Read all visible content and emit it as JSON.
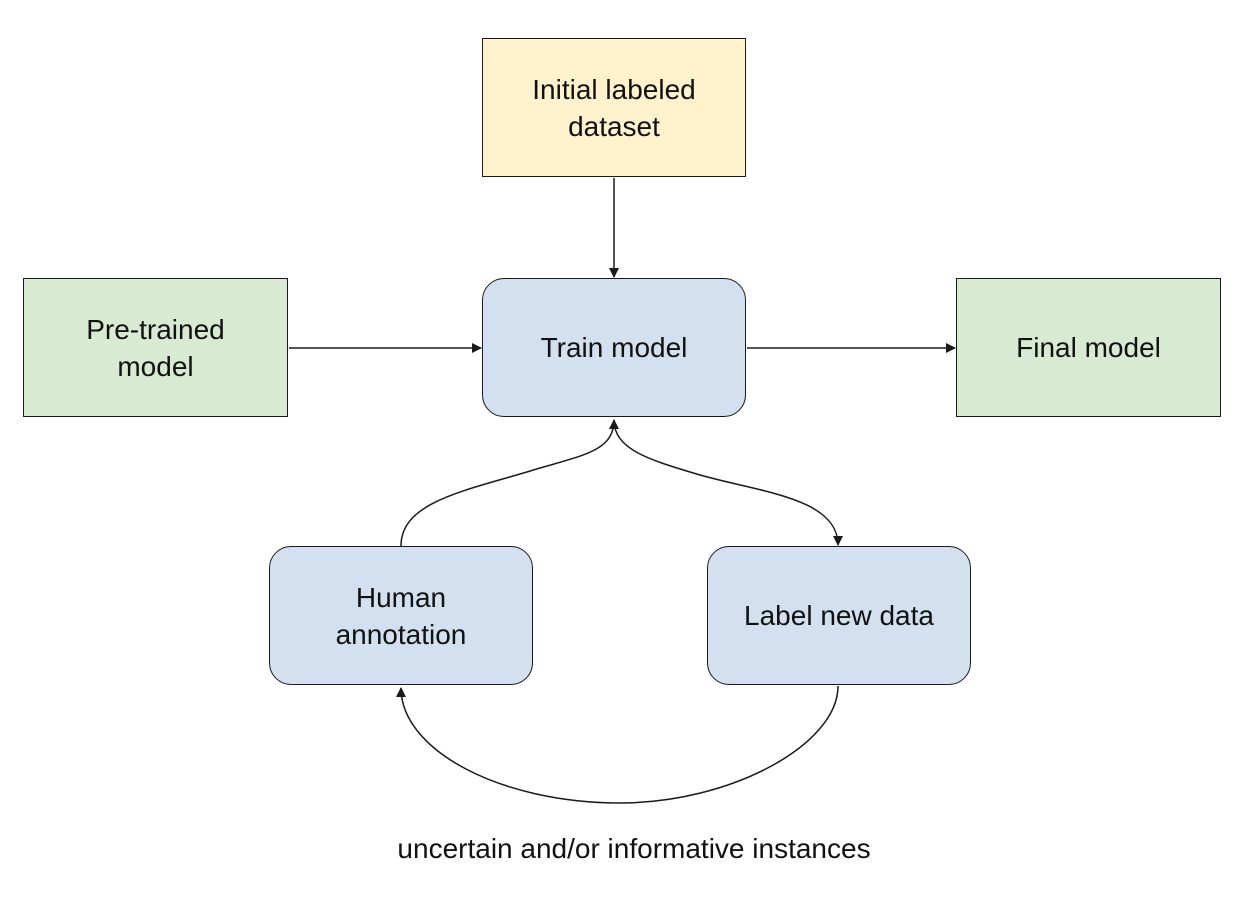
{
  "nodes": {
    "initial_dataset": {
      "label": "Initial labeled\ndataset",
      "fill": "#fff2cc"
    },
    "pretrained_model": {
      "label": "Pre-trained\nmodel",
      "fill": "#d9ead3"
    },
    "train_model": {
      "label": "Train model",
      "fill": "#d3e0f0"
    },
    "final_model": {
      "label": "Final model",
      "fill": "#d9ead3"
    },
    "human_annotation": {
      "label": "Human\nannotation",
      "fill": "#d3e0f0"
    },
    "label_new_data": {
      "label": "Label new data",
      "fill": "#d3e0f0"
    }
  },
  "edges": [
    {
      "from": "initial_dataset",
      "to": "train_model"
    },
    {
      "from": "pretrained_model",
      "to": "train_model"
    },
    {
      "from": "train_model",
      "to": "final_model"
    },
    {
      "from": "human_annotation",
      "to": "train_model"
    },
    {
      "from": "train_model",
      "to": "label_new_data"
    },
    {
      "from": "label_new_data",
      "to": "human_annotation"
    }
  ],
  "caption": "uncertain and/or informative instances",
  "colors": {
    "stroke": "#1a1a1a",
    "text": "#111111"
  }
}
